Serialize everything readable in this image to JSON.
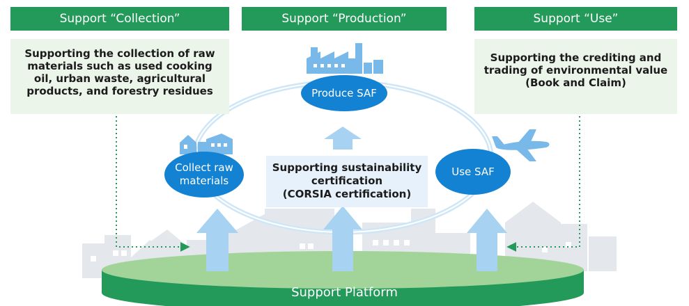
{
  "headers": {
    "collection": "Support “Collection”",
    "production": "Support “Production”",
    "use": "Support “Use”"
  },
  "descriptions": {
    "collection": [
      "Supporting the collection of raw",
      "materials such as used cooking",
      "oil,  urban waste, agricultural",
      "products, and forestry residues"
    ],
    "use": [
      "Supporting the crediting and",
      "trading of environmental value",
      "(Book and Claim)"
    ]
  },
  "nodes": {
    "produce": "Produce SAF",
    "collect": [
      "Collect raw",
      "materials"
    ],
    "use": "Use SAF"
  },
  "certification": [
    "Supporting sustainability",
    "certification",
    "(CORSIA certification)"
  ],
  "platform": "Support Platform",
  "colors": {
    "header_green": "#239a59",
    "description_bg": "#ecf5ea",
    "node_blue": "#1482d2",
    "arrow_blue": "#a7d2f1",
    "platform_green": "#239a59",
    "platform_top": "#a2d49a",
    "building_gray": "#e4e8ec",
    "icon_blue": "#78b9ea"
  }
}
